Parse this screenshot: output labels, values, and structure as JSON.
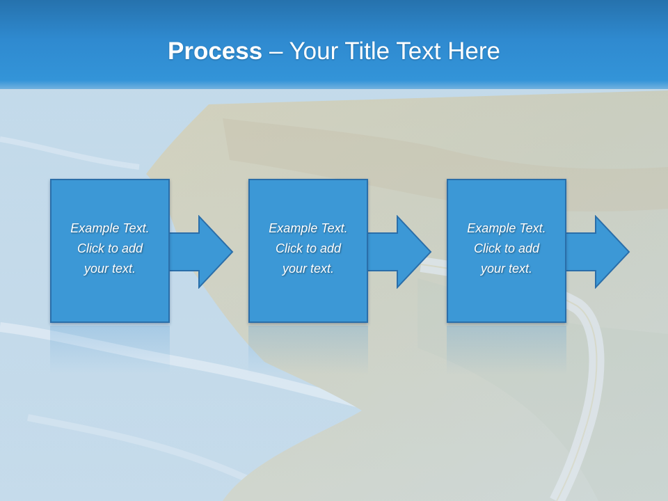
{
  "title": {
    "bold": "Process",
    "rest": " – Your Title Text Here"
  },
  "steps": [
    {
      "text": "Example Text.\nClick  to add\nyour text."
    },
    {
      "text": "Example Text.\nClick  to add\nyour text."
    },
    {
      "text": "Example Text.\nClick  to add\nyour text."
    }
  ],
  "colors": {
    "title_bar": "#2f8ad0",
    "box_fill": "#3c98d6",
    "box_border": "#2a6ea9"
  },
  "icons": [
    "arrow-right-icon"
  ]
}
